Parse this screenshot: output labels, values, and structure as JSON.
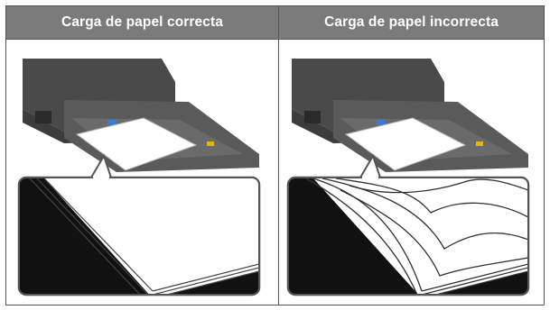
{
  "columns": [
    {
      "title": "Carga de papel correcta",
      "figure": "printer-tray-paper-flat-illustration"
    },
    {
      "title": "Carga de papel incorrecta",
      "figure": "printer-tray-paper-curled-illustration"
    }
  ],
  "colors": {
    "header_bg": "#7b7b7b",
    "header_text": "#ffffff",
    "border": "#555555"
  }
}
